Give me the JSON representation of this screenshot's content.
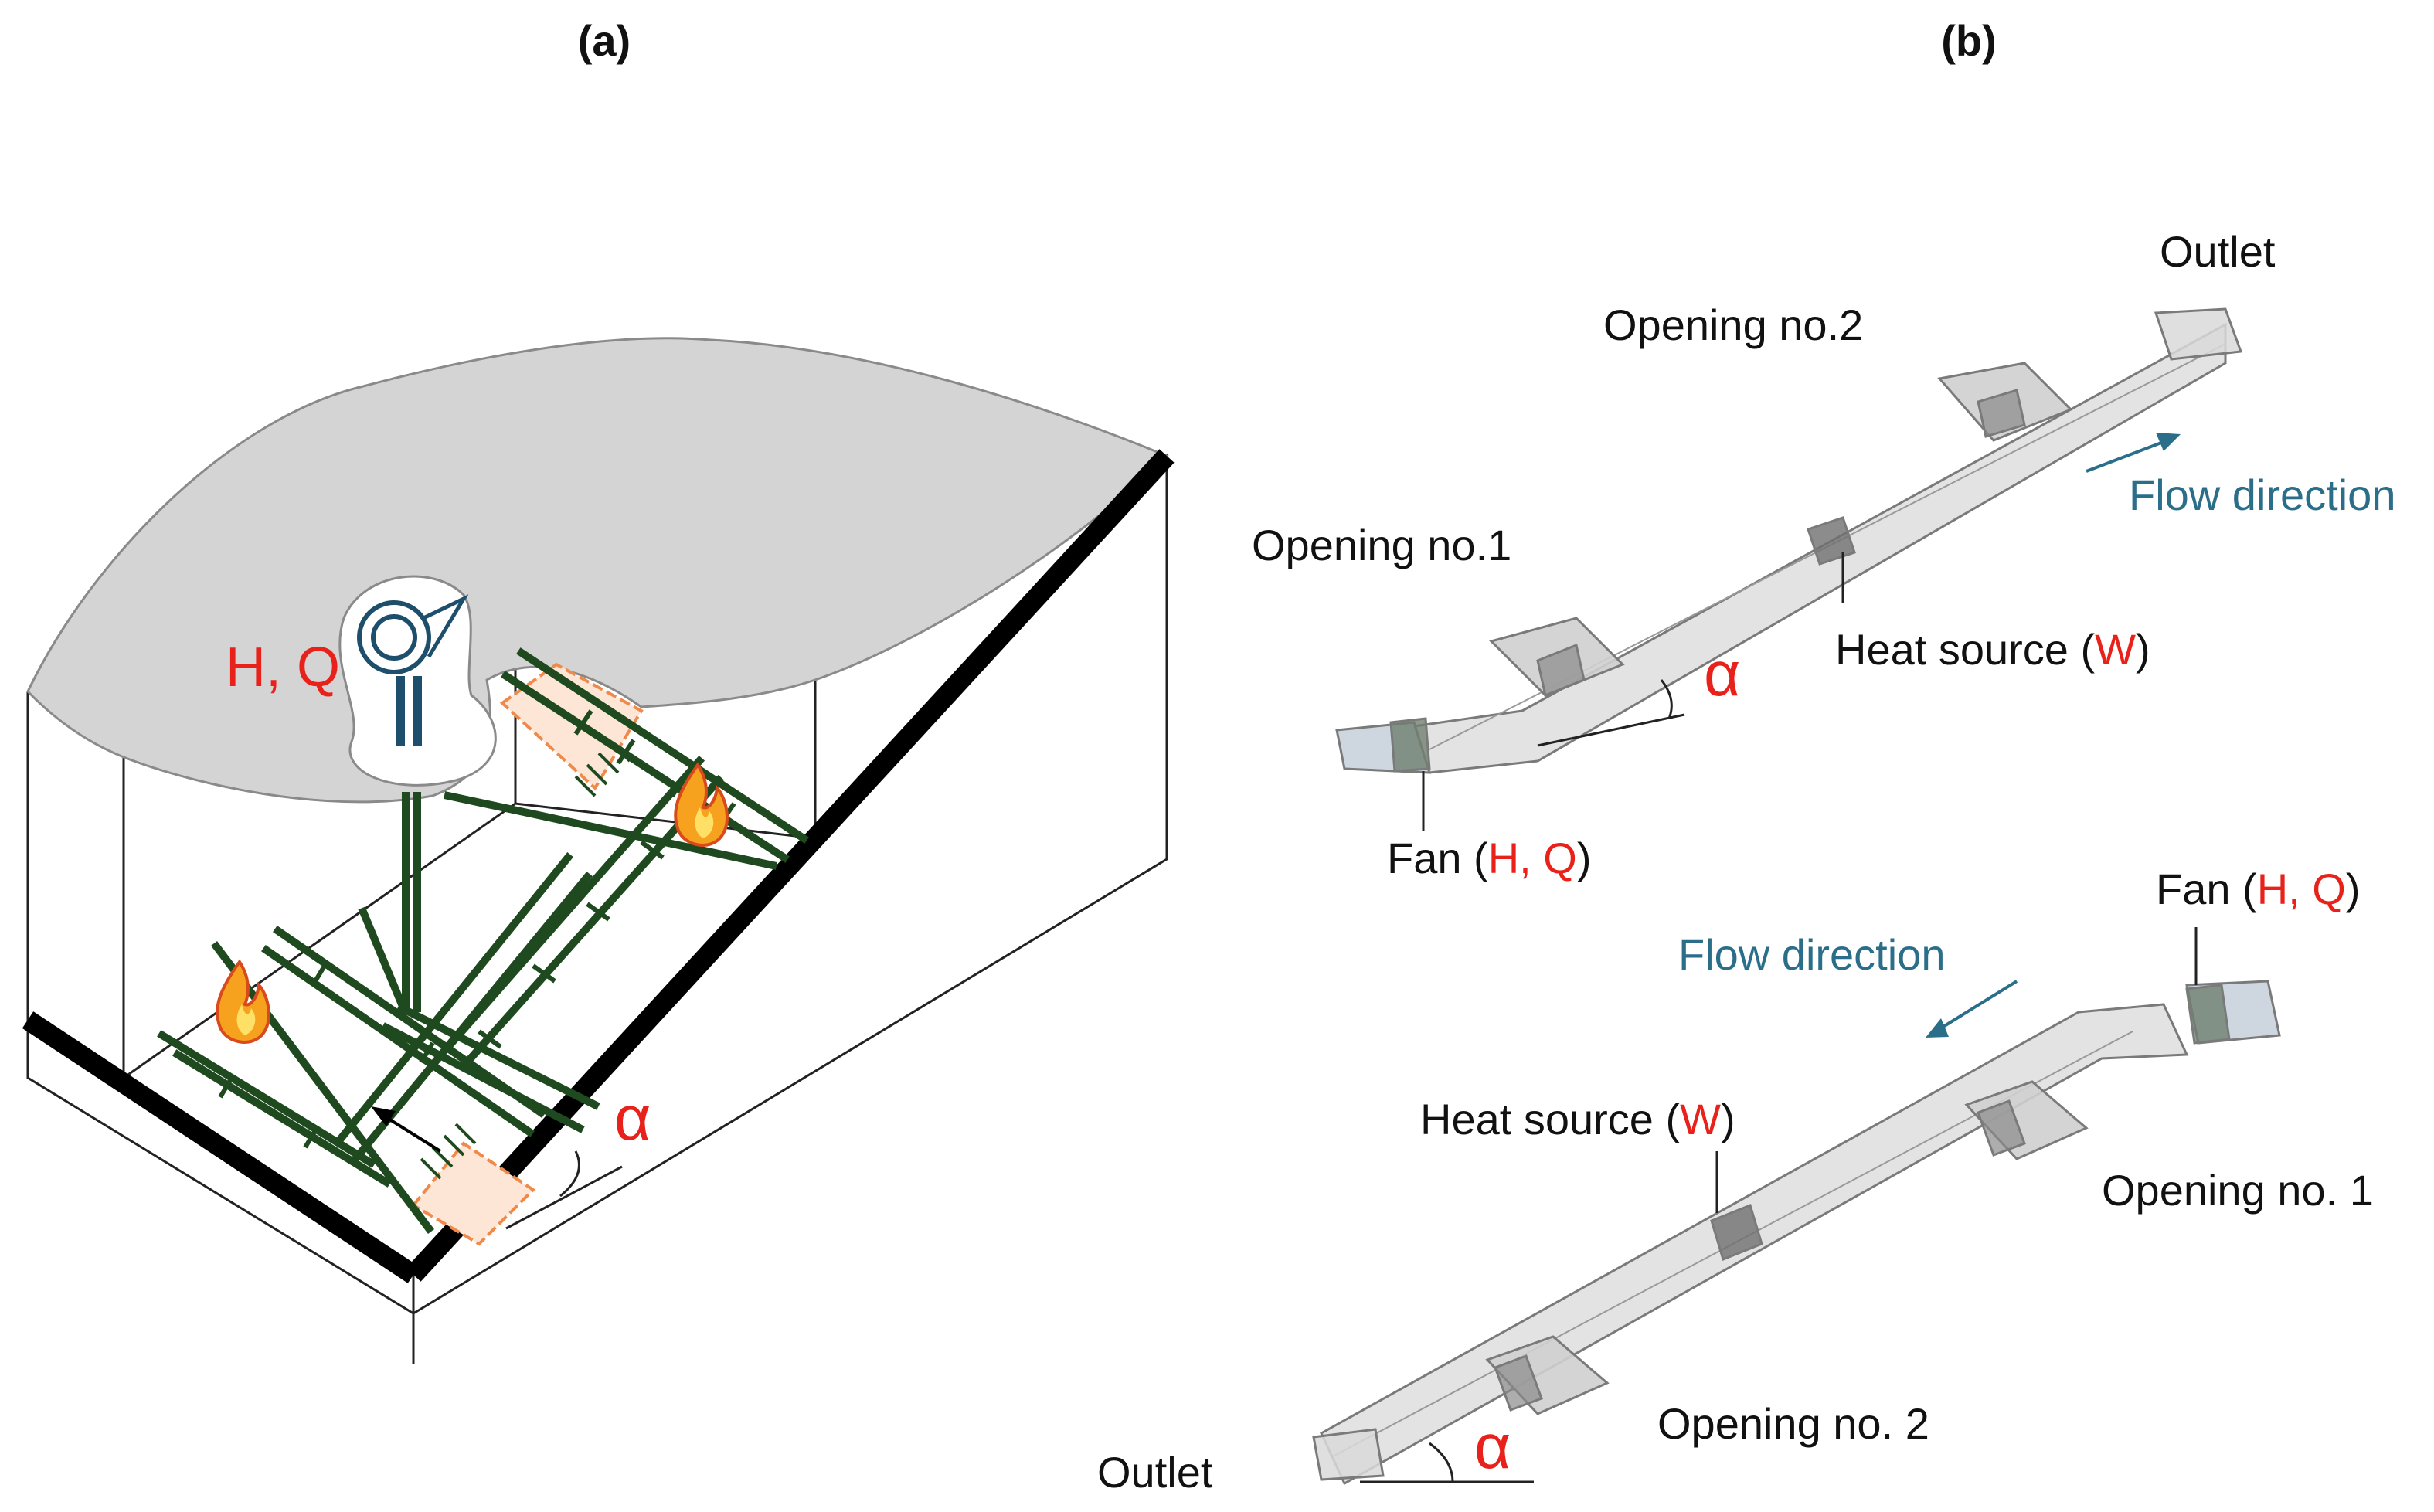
{
  "panels": {
    "a": "(a)",
    "b": "(b)"
  },
  "colors": {
    "red": "#e8221b",
    "blue": "#2a6e8a",
    "green": "#1f4a1f",
    "rock": "#d4d4d4",
    "duct": "#d9d9d9",
    "orange": "#f08a4b",
    "fan_blue": "#1d4e6b"
  },
  "icons": [
    "fan-icon",
    "fire-icon",
    "arrow-icon"
  ],
  "left": {
    "fan_label": "H, Q",
    "angle": "α"
  },
  "top": {
    "outlet": "Outlet",
    "opening2": "Opening no.2",
    "opening1": "Opening no.1",
    "flow": "Flow direction",
    "heat_prefix": "Heat source (",
    "heat_var": "W",
    "heat_suffix": ")",
    "fan_prefix": "Fan (",
    "fan_var": "H, Q",
    "fan_suffix": ")",
    "angle": "α"
  },
  "bottom": {
    "fan_prefix": "Fan (",
    "fan_var": "H, Q",
    "fan_suffix": ")",
    "flow": "Flow direction",
    "heat_prefix": "Heat source (",
    "heat_var": "W",
    "heat_suffix": ")",
    "opening1": "Opening no. 1",
    "opening2": "Opening no. 2",
    "outlet": "Outlet",
    "angle": "α"
  }
}
